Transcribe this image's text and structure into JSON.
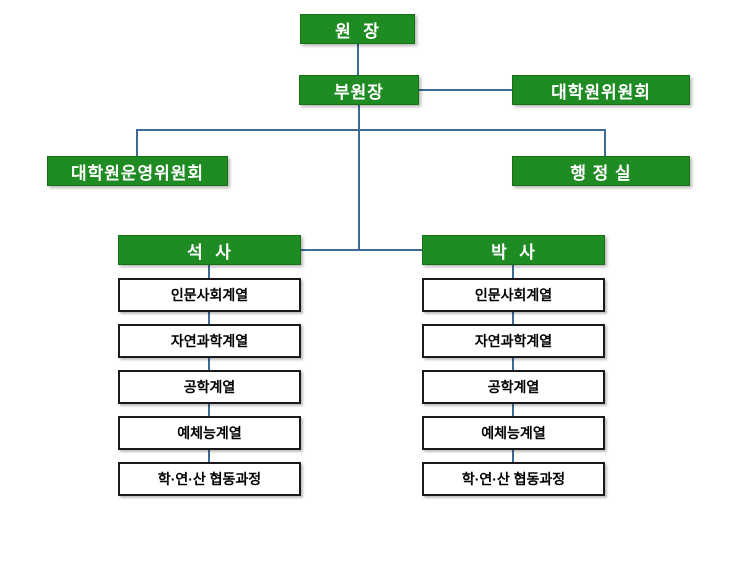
{
  "diagram": {
    "colors": {
      "node_green": "#1E8B23",
      "connector_blue": "#3E6A96",
      "white_node_border": "#1A1A1A",
      "green_node_text": "#FFFFFF",
      "white_node_text": "#000000"
    },
    "nodes": {
      "director": "원  장",
      "vice_director": "부원장",
      "graduate_committee": "대학원위원회",
      "operating_committee": "대학원운영위원회",
      "admin_office": "행 정 실",
      "masters": "석  사",
      "doctoral": "박  사"
    },
    "masters_tracks": [
      "인문사회계열",
      "자연과학계열",
      "공학계열",
      "예체능계열",
      "학·연·산 협동과정"
    ],
    "doctoral_tracks": [
      "인문사회계열",
      "자연과학계열",
      "공학계열",
      "예체능계열",
      "학·연·산 협동과정"
    ]
  }
}
